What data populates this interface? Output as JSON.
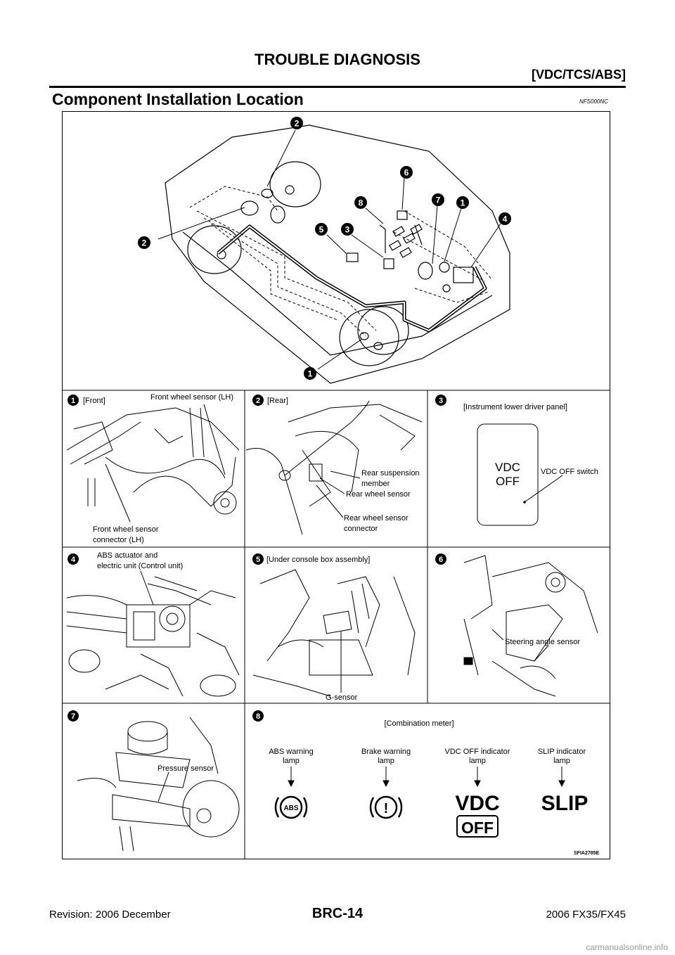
{
  "header": {
    "title": "TROUBLE DIAGNOSIS",
    "section": "[VDC/TCS/ABS]"
  },
  "section": {
    "title": "Component Installation Location",
    "code": "NFS000NC"
  },
  "overview": {
    "callouts": [
      "1",
      "2",
      "3",
      "4",
      "5",
      "6",
      "7",
      "8"
    ]
  },
  "panels": {
    "p1": {
      "num": "1",
      "title": "[Front]",
      "labels": [
        "Front wheel sensor  (LH)",
        "Front wheel sensor",
        "connector (LH)"
      ]
    },
    "p2": {
      "num": "2",
      "title": "[Rear]",
      "labels": [
        "Rear suspension",
        "member",
        "Rear wheel sensor",
        "Rear wheel sensor",
        "connector"
      ]
    },
    "p3": {
      "num": "3",
      "title": "[Instrument lower driver panel]",
      "switch_line1": "VDC",
      "switch_line2": "OFF",
      "label": "VDC OFF switch"
    },
    "p4": {
      "num": "4",
      "labels": [
        "ABS actuator and",
        "electric unit (Control unit)"
      ]
    },
    "p5": {
      "num": "5",
      "title": "[Under console box assembly]",
      "label": "G-sensor"
    },
    "p6": {
      "num": "6",
      "label": "Steering angle sensor"
    },
    "p7": {
      "num": "7",
      "label": "Pressure sensor"
    },
    "p8": {
      "num": "8",
      "title": "[Combination meter]",
      "lamps": [
        {
          "line1": "ABS warning",
          "line2": "lamp",
          "symbol": "ABS"
        },
        {
          "line1": "Brake warning",
          "line2": "lamp",
          "symbol": "(!)"
        },
        {
          "line1": "VDC OFF indicator",
          "line2": "lamp",
          "symbol1": "VDC",
          "symbol2": "OFF"
        },
        {
          "line1": "SLIP indicator",
          "line2": "lamp",
          "symbol": "SLIP"
        }
      ]
    }
  },
  "figure_code": "SFIA2785E",
  "footer": {
    "revision": "Revision: 2006 December",
    "page": "BRC-14",
    "model": "2006 FX35/FX45"
  },
  "watermark": "carmanualsonline.info"
}
